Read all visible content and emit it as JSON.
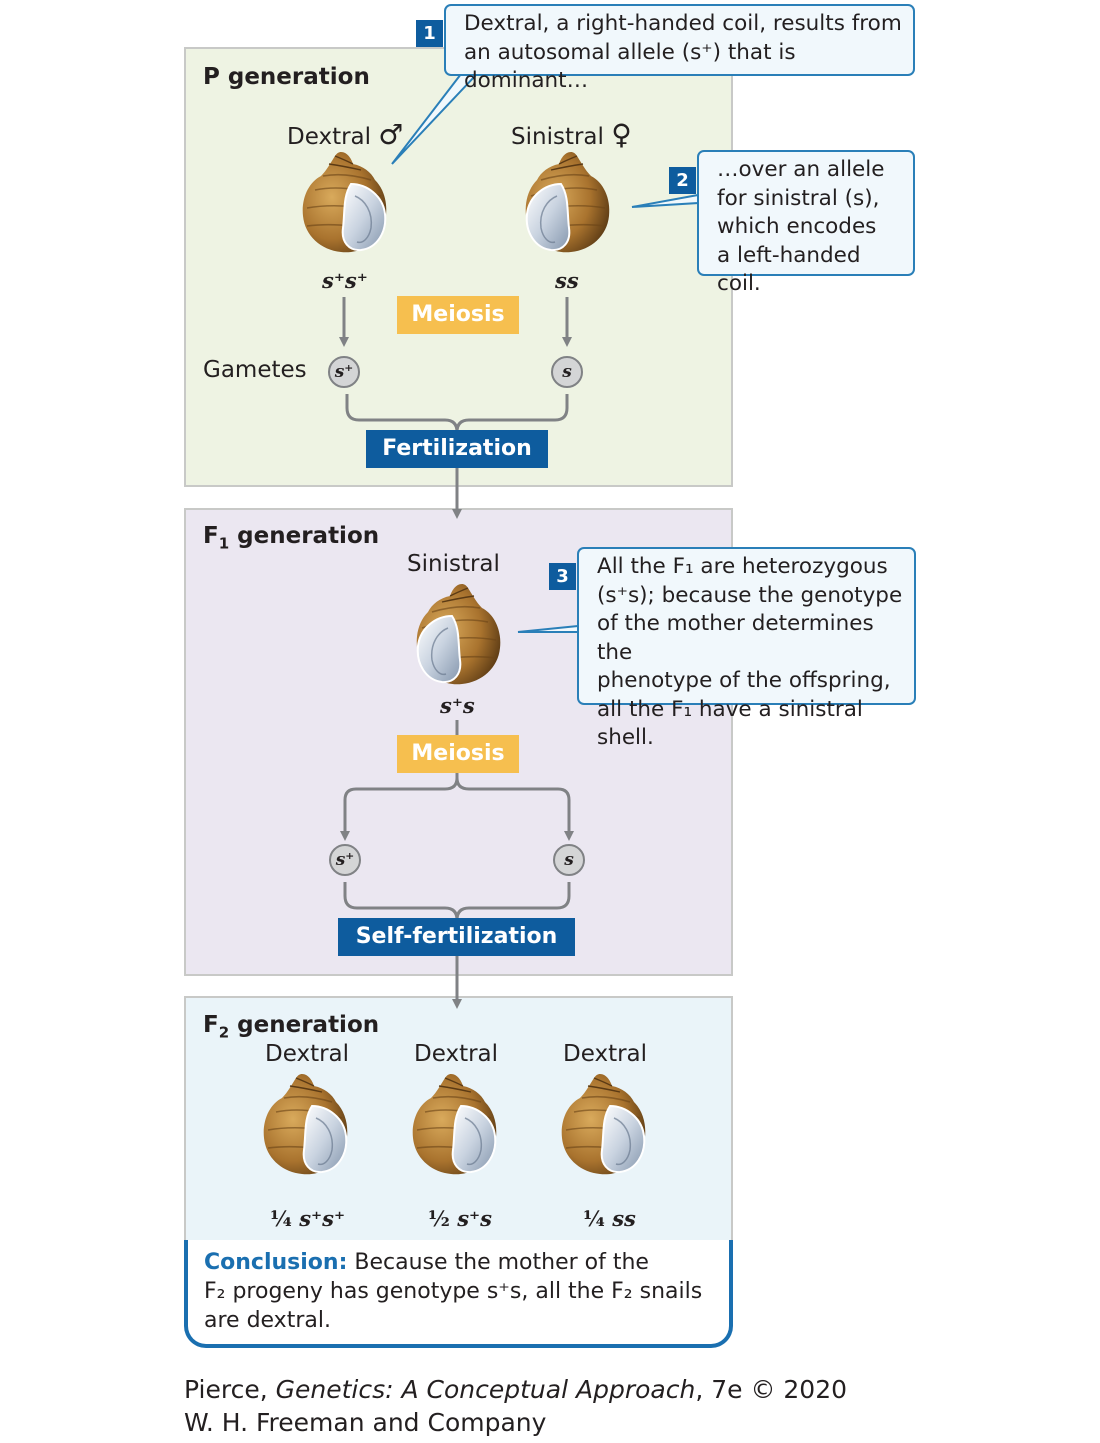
{
  "p_generation": {
    "title": "P generation",
    "male_label": "Dextral",
    "male_symbol": "♂",
    "female_label": "Sinistral",
    "female_symbol": "♀",
    "male_genotype": "s⁺s⁺",
    "female_genotype": "ss",
    "meiosis_label": "Meiosis",
    "gametes_label": "Gametes",
    "gamete_left": "s⁺",
    "gamete_right": "s",
    "fertilization_label": "Fertilization"
  },
  "f1_generation": {
    "title_main": "F",
    "title_sub": "1",
    "title_rest": " generation",
    "phenotype": "Sinistral",
    "genotype": "s⁺s",
    "meiosis_label": "Meiosis",
    "gamete_left": "s⁺",
    "gamete_right": "s",
    "self_fertilization_label": "Self-fertilization"
  },
  "f2_generation": {
    "title_main": "F",
    "title_sub": "2",
    "title_rest": " generation",
    "offspring": [
      {
        "phenotype": "Dextral",
        "fraction": "¼",
        "genotype": "s⁺s⁺"
      },
      {
        "phenotype": "Dextral",
        "fraction": "½",
        "genotype": "s⁺s"
      },
      {
        "phenotype": "Dextral",
        "fraction": "¼",
        "genotype": "ss"
      }
    ]
  },
  "callouts": [
    {
      "number": "1",
      "lines": [
        "Dextral, a right-handed coil, results from",
        "an autosomal allele (s⁺) that is dominant…"
      ]
    },
    {
      "number": "2",
      "lines": [
        "…over an allele",
        "for sinistral (s),",
        "which encodes",
        "a left-handed coil."
      ]
    },
    {
      "number": "3",
      "lines": [
        "All the F₁ are heterozygous",
        "(s⁺s); because the genotype",
        "of the mother determines the",
        "phenotype of the offspring,",
        "all the F₁ have a sinistral shell."
      ]
    }
  ],
  "conclusion": {
    "lead": "Conclusion:",
    "lines": [
      " Because the mother of the",
      "F₂ progeny has genotype s⁺s, all the F₂ snails",
      "are dextral."
    ]
  },
  "credit": {
    "line1_author": "Pierce, ",
    "line1_title": "Genetics: A Conceptual Approach",
    "line1_rest": ", 7e © 2020",
    "line2": "W. H. Freeman and Company"
  },
  "colors": {
    "meiosis": "#f6bf4f",
    "fertilization": "#0e5c9e",
    "callout_border": "#2a7fb8",
    "conclusion_accent": "#1a6fb0"
  }
}
